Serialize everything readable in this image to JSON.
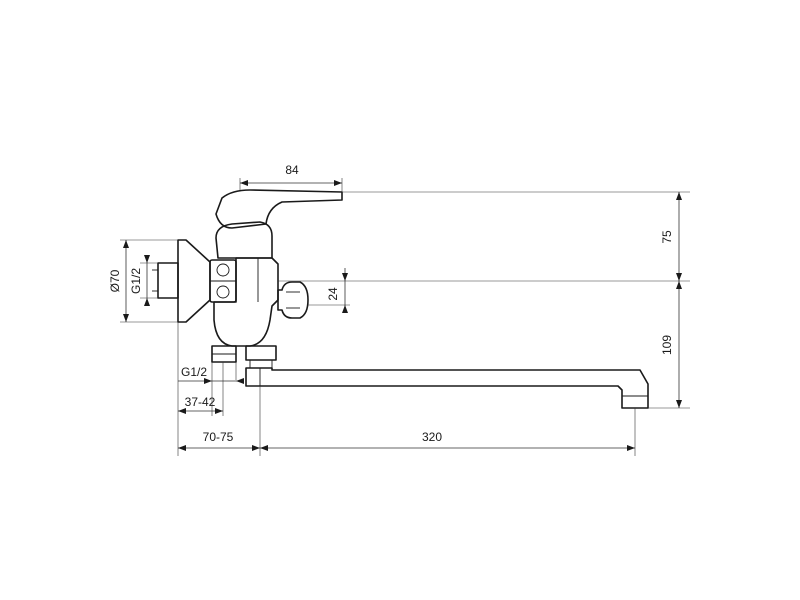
{
  "dimensions": {
    "lever_length": "84",
    "lever_height": "75",
    "outlet_offset": "24",
    "spout_height": "109",
    "escutcheon_diameter": "Ø70",
    "connection_thread_side": "G1/2",
    "connection_thread_bottom": "G1/2",
    "eccentric_range": "37-42",
    "wall_distance": "70-75",
    "spout_reach": "320"
  },
  "colors": {
    "line": "#1a1a1a",
    "background": "#ffffff"
  }
}
